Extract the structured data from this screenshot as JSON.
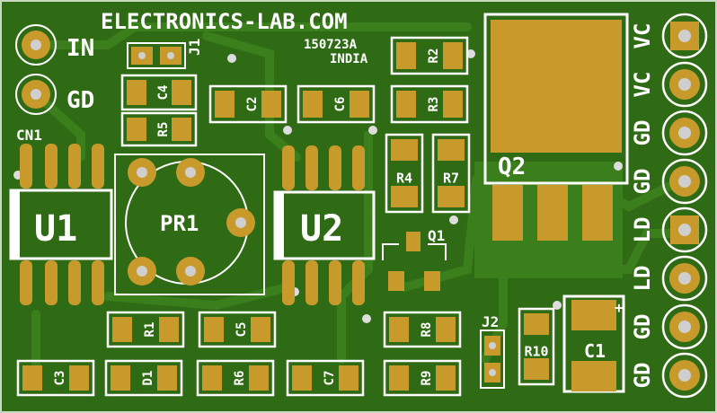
{
  "board": {
    "header": "ELECTRONICS-LAB.COM",
    "code": "150723A",
    "country": "INDIA"
  },
  "connectors": {
    "in_label": "IN",
    "gd_label": "GD",
    "cn1_label": "CN1",
    "right_pins": [
      "VC",
      "VC",
      "GD",
      "GD",
      "LD",
      "LD",
      "GD",
      "GD"
    ]
  },
  "components": {
    "J1": "J1",
    "J2": "J2",
    "C1": "C1",
    "C2": "C2",
    "C3": "C3",
    "C4": "C4",
    "C5": "C5",
    "C6": "C6",
    "C7": "C7",
    "R1": "R1",
    "R2": "R2",
    "R3": "R3",
    "R4": "R4",
    "R5": "R5",
    "R6": "R6",
    "R7": "R7",
    "R8": "R8",
    "R9": "R9",
    "R10": "R10",
    "D1": "D1",
    "Q1": "Q1",
    "Q2": "Q2",
    "U1": "U1",
    "U2": "U2",
    "PR1": "PR1",
    "plus": "+"
  },
  "colors": {
    "board": "#2f6a14",
    "trace": "#3b7e1c",
    "copper": "#c79a2b",
    "silk": "#ffffff",
    "hole": "#dddddd"
  }
}
